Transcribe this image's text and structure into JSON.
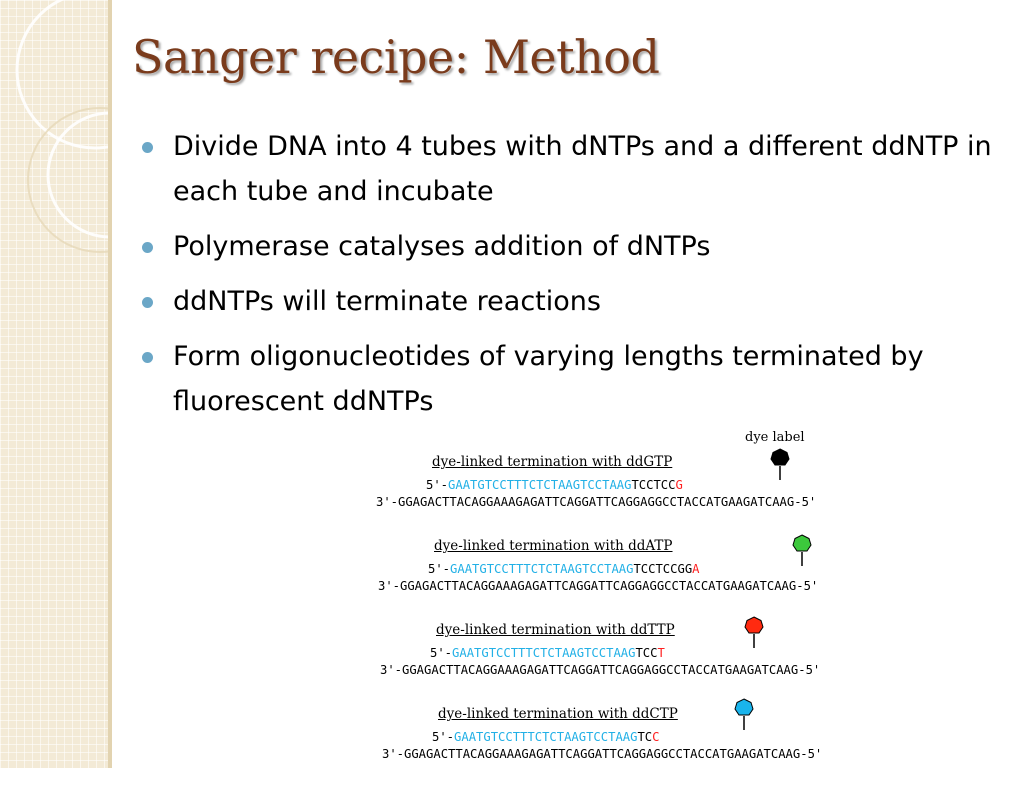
{
  "slide": {
    "title": "Sanger recipe: Method",
    "bullets": [
      "Divide DNA into 4 tubes with dNTPs and a different ddNTP in each tube and incubate",
      "Polymerase catalyses addition of dNTPs",
      "ddNTPs will terminate reactions",
      "Form oligonucleotides of varying lengths terminated by fluorescent ddNTPs"
    ]
  },
  "figure": {
    "dye_label": "dye label",
    "template_strand": "3'-GGAGACTTACAGGAAAGAGATTCAGGATTCAGGAGGCCTACCATGAAGATCAAG-5'",
    "panels": [
      {
        "caption": "dye-linked termination with ddGTP",
        "prefix": "5'-",
        "primer": "GAATGTCCTTTCTCTAAGTCCTAAG",
        "extension": "TCCTCC",
        "terminator": "G",
        "dye_color": "#000000"
      },
      {
        "caption": "dye-linked termination with ddATP",
        "prefix": "5'-",
        "primer": "GAATGTCCTTTCTCTAAGTCCTAAG",
        "extension": "TCCTCCGG",
        "terminator": "A",
        "dye_color": "#3cc83c"
      },
      {
        "caption": "dye-linked termination with ddTTP",
        "prefix": "5'-",
        "primer": "GAATGTCCTTTCTCTAAGTCCTAAG",
        "extension": "TCC",
        "terminator": "T",
        "dye_color": "#ff2a10"
      },
      {
        "caption": "dye-linked termination with ddCTP",
        "prefix": "5'-",
        "primer": "GAATGTCCTTTCTCTAAGTCCTAAG",
        "extension": "TC",
        "terminator": "C",
        "dye_color": "#19b4ec"
      }
    ]
  },
  "colors": {
    "title": "#7a3b1c",
    "bullet": "#6ba7c7",
    "primer": "#22b0e6",
    "terminator": "#ff2020",
    "side_band": "#f3ead6"
  }
}
